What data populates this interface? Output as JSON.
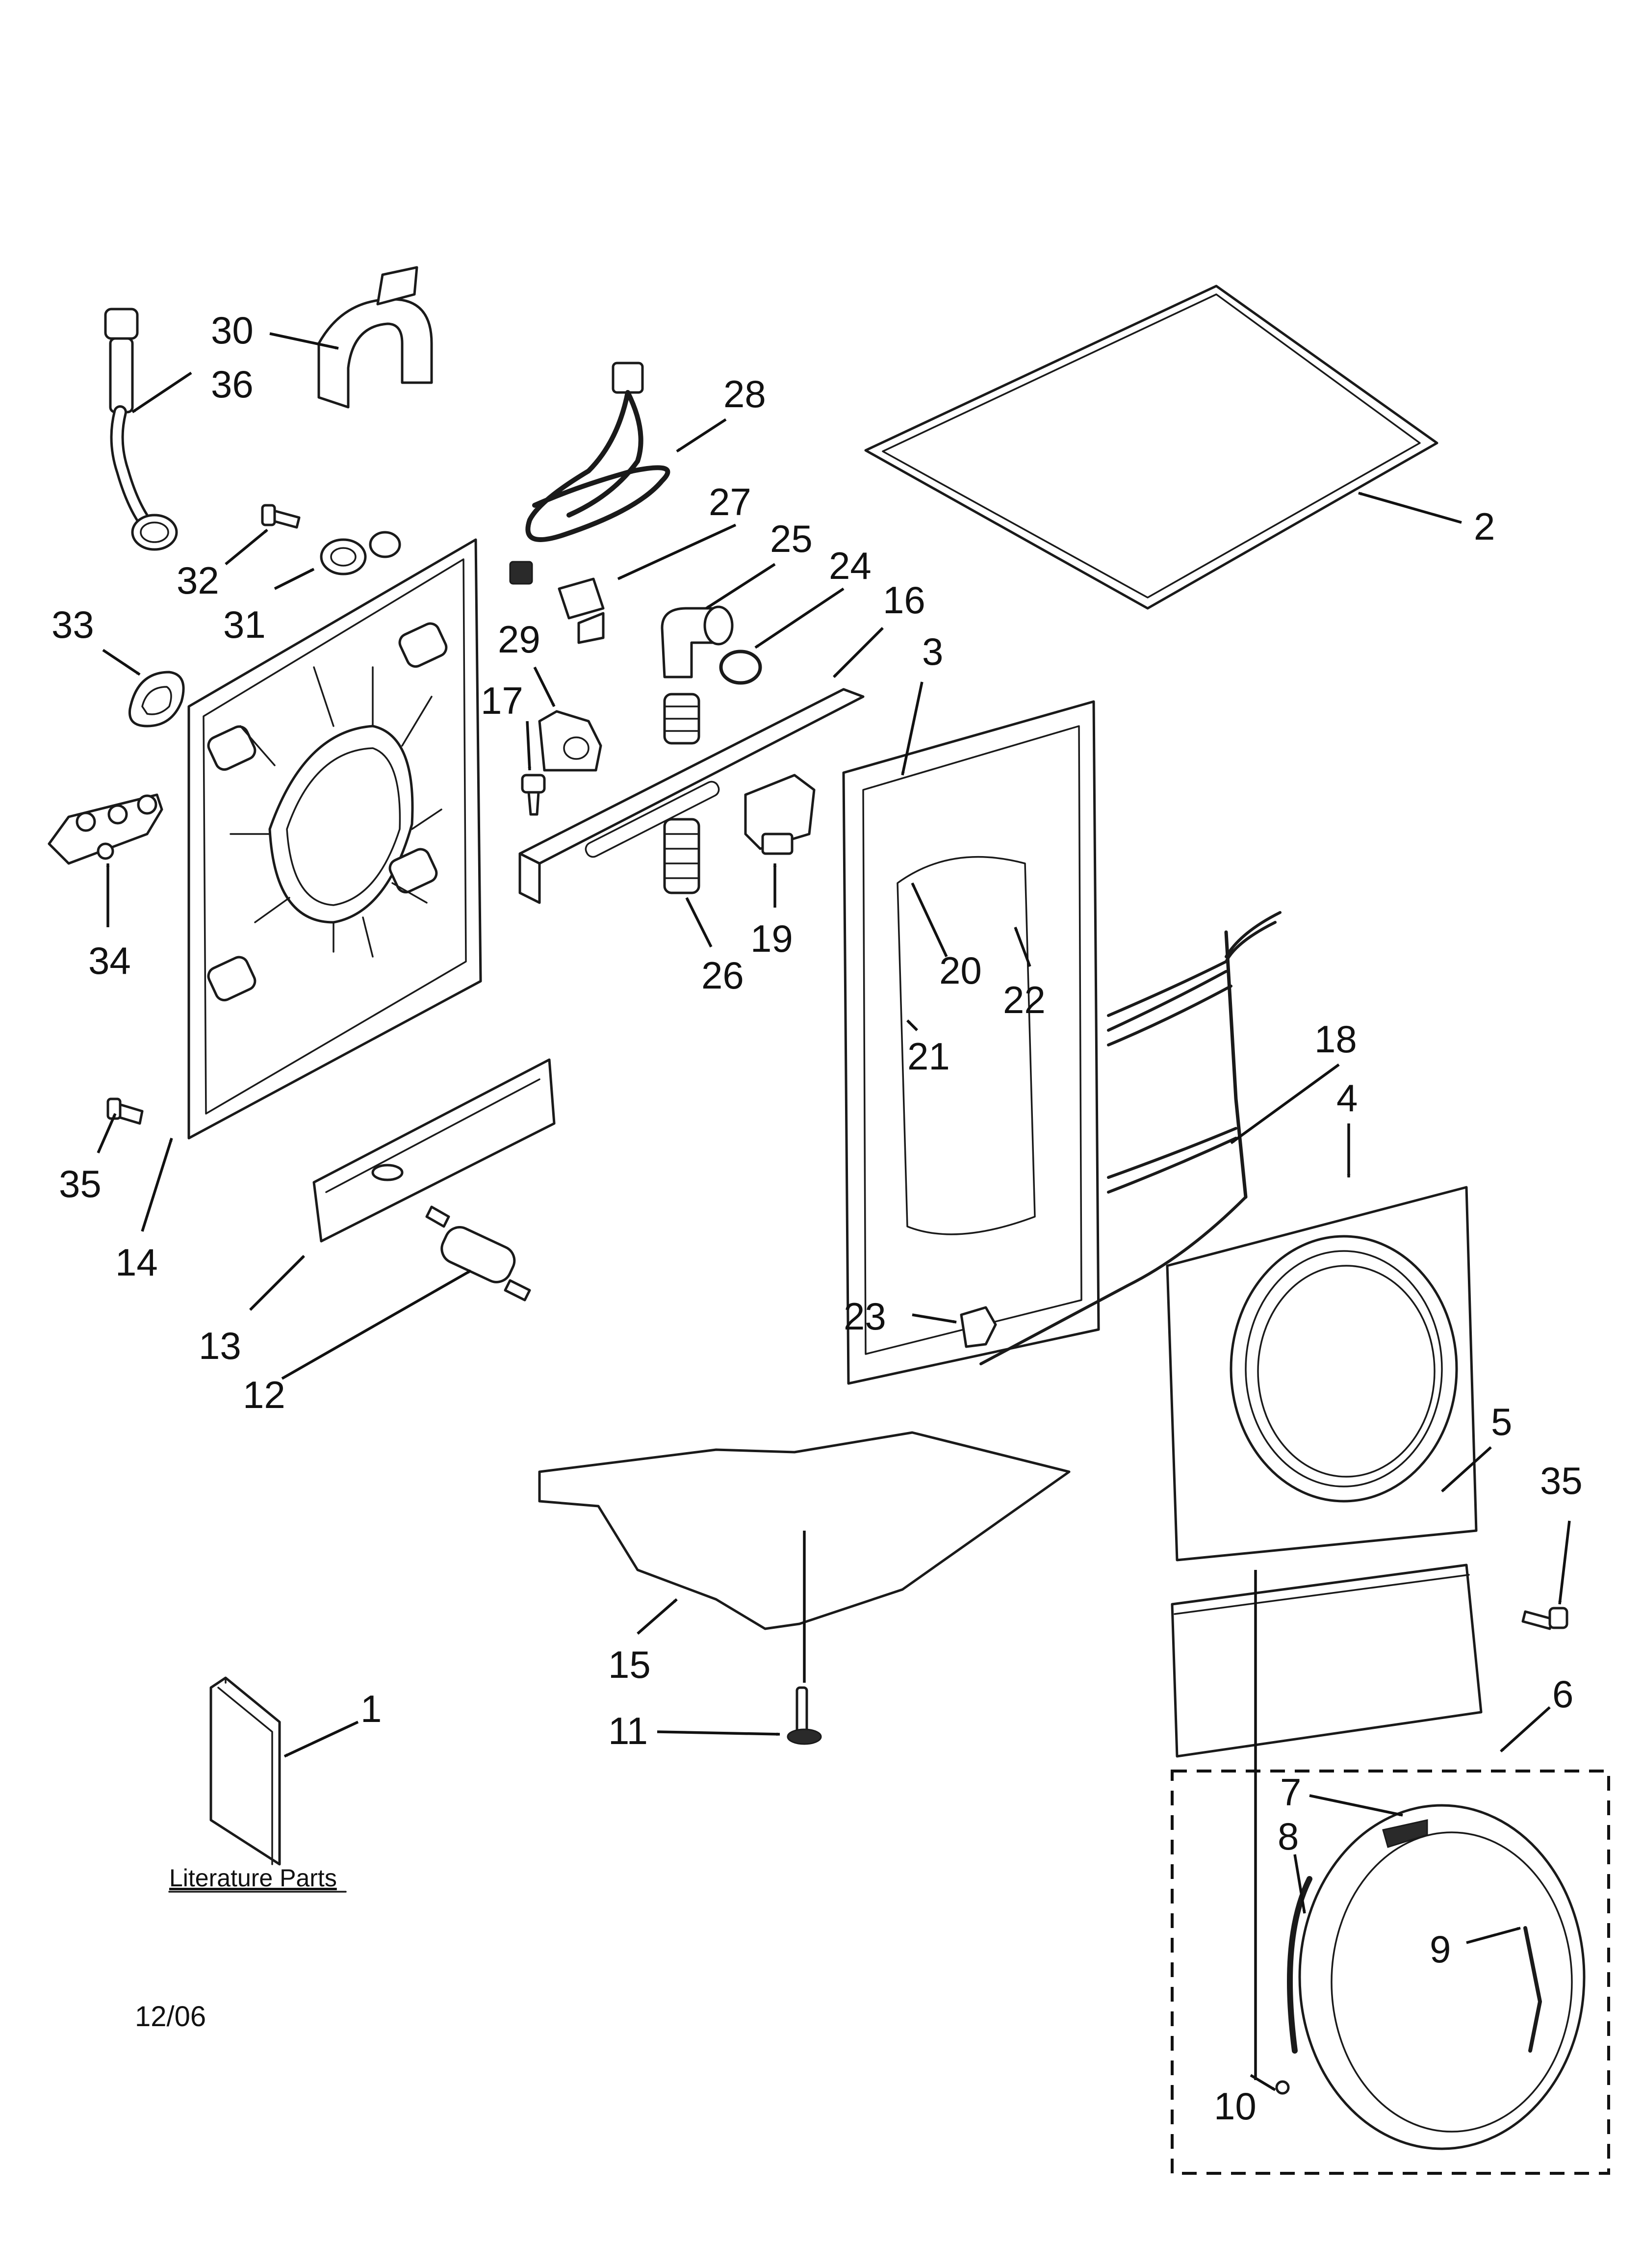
{
  "diagram": {
    "callouts": [
      {
        "id": "c1",
        "label": "1"
      },
      {
        "id": "c2",
        "label": "2"
      },
      {
        "id": "c3",
        "label": "3"
      },
      {
        "id": "c4",
        "label": "4"
      },
      {
        "id": "c5",
        "label": "5"
      },
      {
        "id": "c6",
        "label": "6"
      },
      {
        "id": "c7",
        "label": "7"
      },
      {
        "id": "c8",
        "label": "8"
      },
      {
        "id": "c9",
        "label": "9"
      },
      {
        "id": "c10",
        "label": "10"
      },
      {
        "id": "c11",
        "label": "11"
      },
      {
        "id": "c12",
        "label": "12"
      },
      {
        "id": "c13",
        "label": "13"
      },
      {
        "id": "c14",
        "label": "14"
      },
      {
        "id": "c15",
        "label": "15"
      },
      {
        "id": "c16",
        "label": "16"
      },
      {
        "id": "c17",
        "label": "17"
      },
      {
        "id": "c18",
        "label": "18"
      },
      {
        "id": "c19",
        "label": "19"
      },
      {
        "id": "c20",
        "label": "20"
      },
      {
        "id": "c21",
        "label": "21"
      },
      {
        "id": "c22",
        "label": "22"
      },
      {
        "id": "c23",
        "label": "23"
      },
      {
        "id": "c24",
        "label": "24"
      },
      {
        "id": "c25",
        "label": "25"
      },
      {
        "id": "c26",
        "label": "26"
      },
      {
        "id": "c27",
        "label": "27"
      },
      {
        "id": "c28",
        "label": "28"
      },
      {
        "id": "c29",
        "label": "29"
      },
      {
        "id": "c30",
        "label": "30"
      },
      {
        "id": "c31",
        "label": "31"
      },
      {
        "id": "c32",
        "label": "32"
      },
      {
        "id": "c33",
        "label": "33"
      },
      {
        "id": "c34",
        "label": "34"
      },
      {
        "id": "c35a",
        "label": "35"
      },
      {
        "id": "c35b",
        "label": "35"
      },
      {
        "id": "c36",
        "label": "36"
      }
    ],
    "literature_caption": "Literature Parts",
    "date_code": "12/06"
  }
}
